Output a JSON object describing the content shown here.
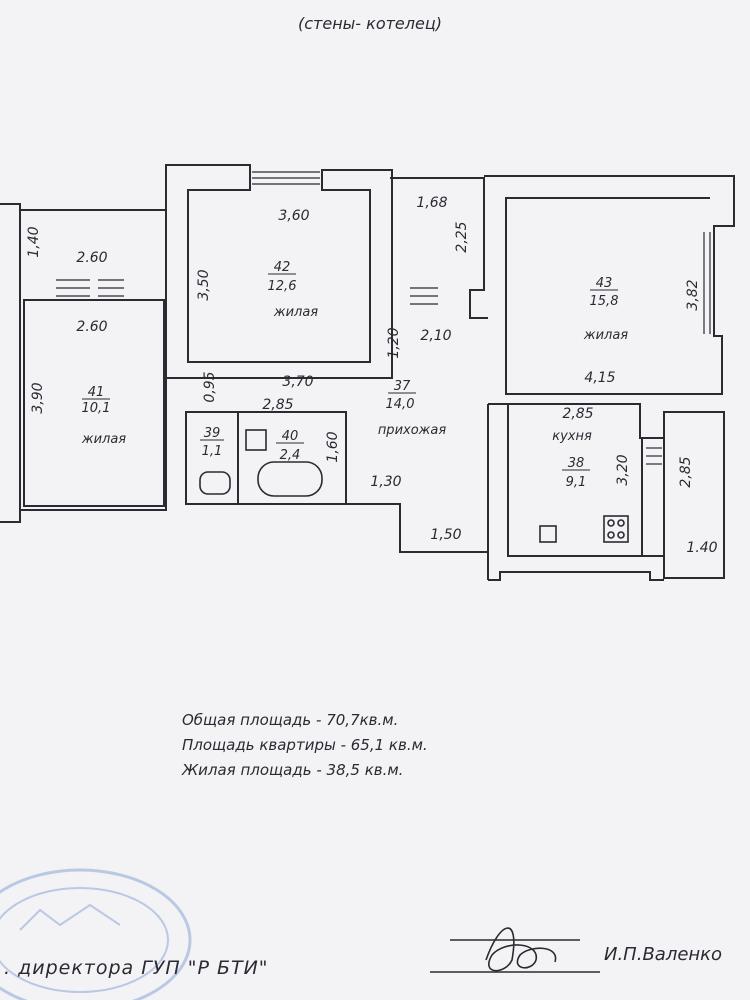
{
  "header": {
    "note": "(стены- котелец)"
  },
  "rooms": [
    {
      "id": "42",
      "area": "12,6",
      "type": "жилая"
    },
    {
      "id": "43",
      "area": "15,8",
      "type": "жилая"
    },
    {
      "id": "41",
      "area": "10,1",
      "type": "жилая"
    },
    {
      "id": "37",
      "area": "14,0",
      "type": "прихожая"
    },
    {
      "id": "38",
      "area": "9,1",
      "type": "кухня"
    },
    {
      "id": "39",
      "area": "1,1"
    },
    {
      "id": "40",
      "area": "2,4"
    }
  ],
  "dimensions": {
    "d1": "1,40",
    "d2": "2.60",
    "d3": "2.60",
    "d4": "3,90",
    "d5": "3,60",
    "d6": "3,50",
    "d7": "1,68",
    "d8": "2,25",
    "d9": "2,10",
    "d10": "1,20",
    "d11": "3,70",
    "d12": "0,95",
    "d13": "2,85",
    "d14": "1,60",
    "d15": "1,30",
    "d16": "1,50",
    "d17": "3,82",
    "d18": "4,15",
    "d19": "2,85",
    "d20": "3,20",
    "d21": "2,85",
    "d22": "1.40"
  },
  "summary": {
    "total": "Общая площадь - 70,7кв.м.",
    "apartment": "Площадь квартиры - 65,1 кв.м.",
    "living": "Жилая площадь - 38,5 кв.м."
  },
  "signature": {
    "left": ". директора ГУП \"Р БТИ\"",
    "right": "И.П.Валенко"
  },
  "colors": {
    "paper": "#f3f2f5",
    "ink": "#2a2a33",
    "stamp": "#8fa6d6"
  }
}
